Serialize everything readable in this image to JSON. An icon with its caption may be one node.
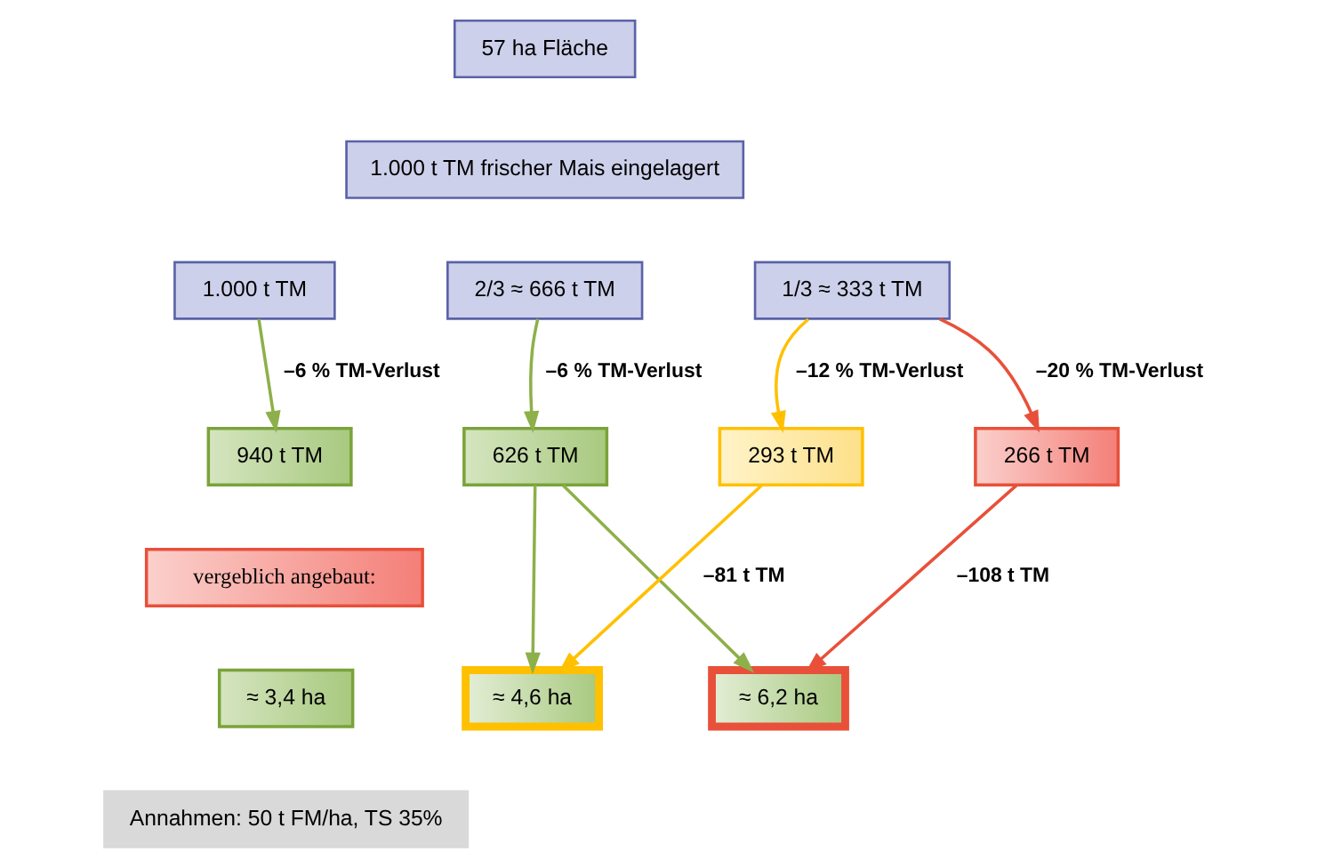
{
  "diagram": {
    "nodes": [
      {
        "text": [
          "57 ha Fläche"
        ]
      },
      {
        "text": [
          "1.000 t TM frischer Mais eingelagert"
        ]
      },
      {
        "text": [
          "1.000 t TM"
        ]
      },
      {
        "text": [
          "2/3 ≈ 666 t TM"
        ]
      },
      {
        "text": [
          "1/3 ≈ 333 t TM"
        ]
      },
      {
        "text": [
          "940 t TM"
        ]
      },
      {
        "text": [
          "626 t TM"
        ]
      },
      {
        "text": [
          "293 t TM"
        ]
      },
      {
        "text": [
          "266 t TM"
        ]
      },
      {
        "text": [
          "vergeblich angebaut:"
        ]
      },
      {
        "text": [
          "≈ 3,4 ha"
        ]
      },
      {
        "text": [
          "≈ 4,6 ha"
        ]
      },
      {
        "text": [
          "≈ 6,2 ha"
        ]
      },
      {
        "text": [
          "Annahmen: 50 t FM/ha, TS 35%"
        ]
      }
    ],
    "edges": [
      {
        "from": 2,
        "to": 5,
        "arrow": "to",
        "label": "–6 % TM-Verlust",
        "color": "#8db04a"
      },
      {
        "from": 3,
        "to": 6,
        "arrow": "to",
        "label": "–6 % TM-Verlust",
        "color": "#8db04a"
      },
      {
        "from": 4,
        "to": 7,
        "arrow": "to",
        "label": "–12 % TM-Verlust",
        "color": "#ffc000"
      },
      {
        "from": 4,
        "to": 8,
        "arrow": "to",
        "label": "–20 % TM-Verlust",
        "color": "#e8503a"
      },
      {
        "from": 6,
        "to": 11,
        "arrow": "to",
        "color": "#8db04a"
      },
      {
        "from": 7,
        "to": 11,
        "arrow": "to",
        "label": "–81 t TM",
        "color": "#ffc000"
      },
      {
        "from": 6,
        "to": 12,
        "arrow": "to",
        "color": "#8db04a"
      },
      {
        "from": 8,
        "to": 12,
        "arrow": "to",
        "label": "–108 t TM",
        "color": "#e8503a"
      }
    ]
  }
}
